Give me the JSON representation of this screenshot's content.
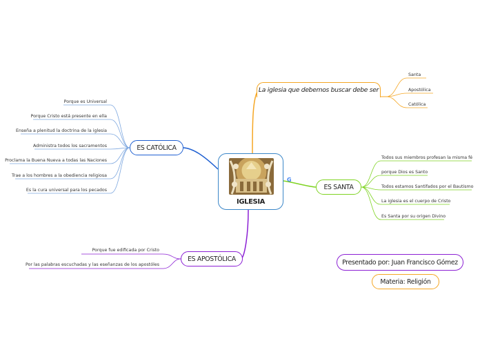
{
  "central": {
    "title": "IGLESIA",
    "image": "church-image"
  },
  "branches": {
    "iglesia": {
      "title": "La iglesia que debemos buscar debe ser",
      "items": [
        "Santa",
        "Apostólica",
        "Católica"
      ],
      "color": "#f5a623"
    },
    "catolica": {
      "title": "ES CATÓLICA",
      "items": [
        "Porque es Universal",
        "Porque Cristo está presente en ella",
        "Enseña a plenitud la doctrina de la iglesia",
        "Administra todos los sacramentos",
        "Proclama la Buena Nueva a todas las Naciones",
        "Trae a los hombres a la obediencia religiosa",
        "Es la cura universal para los pecados"
      ],
      "color": "#3a86c8"
    },
    "santa": {
      "title": "ES SANTA",
      "items": [
        "Todos sus miembros profesan la misma fé",
        "porque Dios es Santo",
        "Todos estamos Santifados por el Bautismo",
        "La iglesia es el cuerpo de Cristo",
        "Es Santa por su origen Divino"
      ],
      "color": "#7ed321"
    },
    "apostolica": {
      "title": "ES APOSTÓLICA",
      "items": [
        "Porque fue edificada por Cristo",
        "Por las palabras escuchadas y las eseñanzas de los apostóles"
      ],
      "color": "#8b1fd4"
    }
  },
  "presentado": {
    "label": "Presentado por: Juan Francisco Gómez",
    "color": "#8b1fd4"
  },
  "materia": {
    "label": "Materia: Religión",
    "color": "#f5a623"
  },
  "icons": {
    "google": "G"
  }
}
